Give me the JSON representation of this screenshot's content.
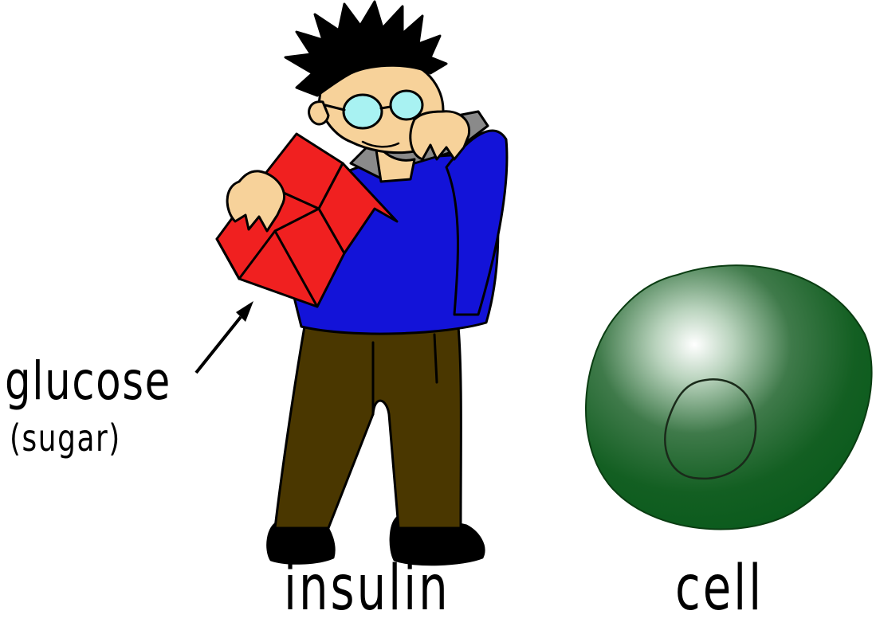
{
  "labels": {
    "glucose": "glucose",
    "sugar": "(sugar)",
    "insulin": "insulin",
    "cell": "cell"
  },
  "icons": {
    "character": "insulin-character-icon",
    "box": "glucose-box-icon",
    "arrow": "pointer-arrow-icon",
    "cell": "cell-icon"
  },
  "colors": {
    "shirt": "#1313d8",
    "pants": "#4a3700",
    "skin": "#f7d29a",
    "box": "#f02020",
    "cell_dark": "#0a5a1c",
    "cell_light": "#ffffff",
    "glasses": "#a8f2f2",
    "hair": "#000000"
  }
}
